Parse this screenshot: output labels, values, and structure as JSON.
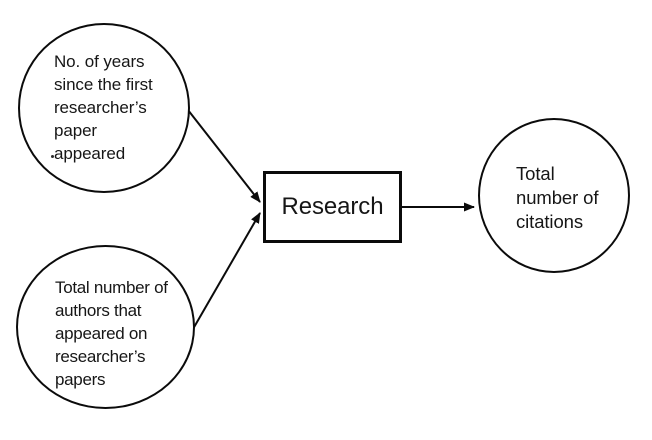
{
  "diagram": {
    "colors": {
      "background": "#ffffff",
      "stroke": "#0b0b0b",
      "text": "#161616"
    },
    "nodes": {
      "years": {
        "shape": "ellipse",
        "label": "No. of years\nsince the first\nresearcher’s\npaper\nappeared"
      },
      "authors": {
        "shape": "ellipse",
        "label": "Total number of\nauthors that\nappeared on\nresearcher’s\npapers"
      },
      "research": {
        "shape": "rectangle",
        "label": "Research"
      },
      "citations": {
        "shape": "ellipse",
        "label": "Total\nnumber of\ncitations"
      }
    },
    "edges": [
      {
        "from": "years",
        "to": "research",
        "arrow": "end"
      },
      {
        "from": "authors",
        "to": "research",
        "arrow": "end"
      },
      {
        "from": "research",
        "to": "citations",
        "arrow": "end"
      }
    ]
  }
}
